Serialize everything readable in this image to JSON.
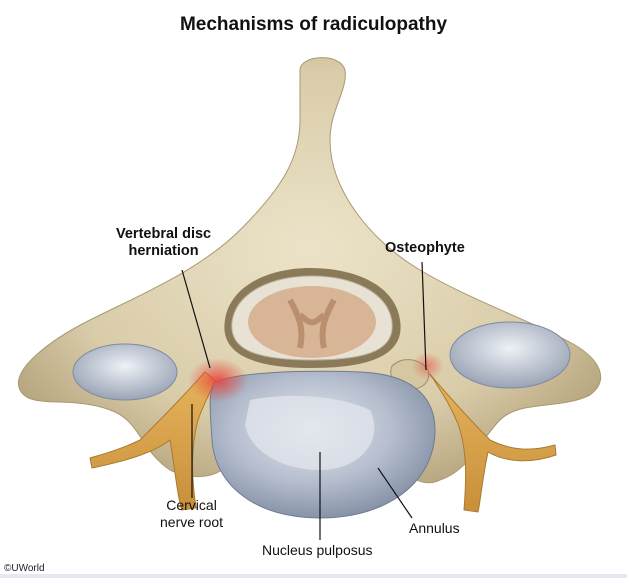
{
  "title": "Mechanisms of radiculopathy",
  "labels": {
    "disc_herniation": "Vertebral disc\nherniation",
    "osteophyte": "Osteophyte",
    "nerve_root": "Cervical\nnerve root",
    "annulus": "Annulus",
    "nucleus": "Nucleus pulposus"
  },
  "copyright": "©UWorld",
  "colors": {
    "bone": "#dcd0b0",
    "bone_shadow": "#b9aa85",
    "nerve": "#d8a850",
    "inflammation": "#e05a5a",
    "disc": "#a9b4c7",
    "spinal_cord": "#c9a98a"
  }
}
